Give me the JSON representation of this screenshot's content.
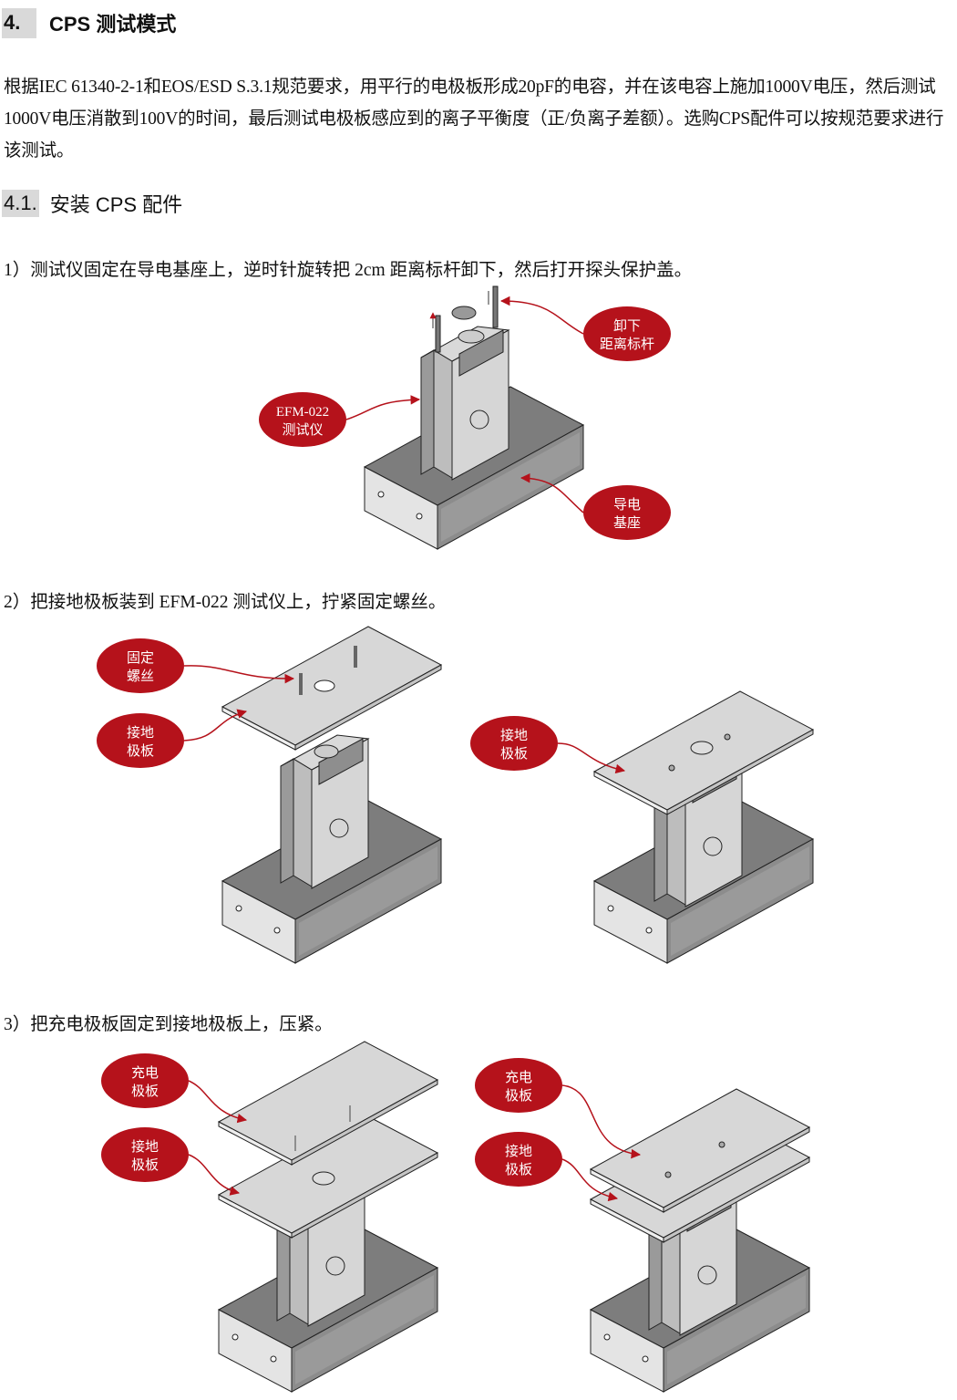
{
  "section": {
    "number": "4.",
    "title": "CPS 测试模式"
  },
  "intro_paragraph": "根据IEC 61340-2-1和EOS/ESD S.3.1规范要求，用平行的电极板形成20pF的电容，并在该电容上施加1000V电压，然后测试1000V电压消散到100V的时间，最后测试电极板感应到的离子平衡度（正/负离子差额）。选购CPS配件可以按规范要求进行该测试。",
  "subsection": {
    "number": "4.1.",
    "title": "安装 CPS 配件"
  },
  "steps": [
    {
      "text": "1）测试仪固定在导电基座上，逆时针旋转把 2cm 距离标杆卸下，然后打开探头保护盖。",
      "callouts": [
        {
          "line1": "卸下",
          "line2": "距离标杆"
        },
        {
          "line1": "EFM-022",
          "line2": "测试仪"
        },
        {
          "line1": "导电",
          "line2": "基座"
        }
      ]
    },
    {
      "text": "2）把接地极板装到 EFM-022 测试仪上，拧紧固定螺丝。",
      "callouts": [
        {
          "line1": "固定",
          "line2": "螺丝"
        },
        {
          "line1": "接地",
          "line2": "极板"
        },
        {
          "line1": "接地",
          "line2": "极板"
        }
      ]
    },
    {
      "text": "3）把充电极板固定到接地极板上，压紧。",
      "callouts": [
        {
          "line1": "充电",
          "line2": "极板"
        },
        {
          "line1": "接地",
          "line2": "极板"
        },
        {
          "line1": "充电",
          "line2": "极板"
        },
        {
          "line1": "接地",
          "line2": "极板"
        }
      ]
    }
  ],
  "colors": {
    "callout_red": "#b5121b",
    "heading_box": "#d9d9d9",
    "device_light": "#d4d4d4",
    "device_dark": "#8a8a8a"
  }
}
